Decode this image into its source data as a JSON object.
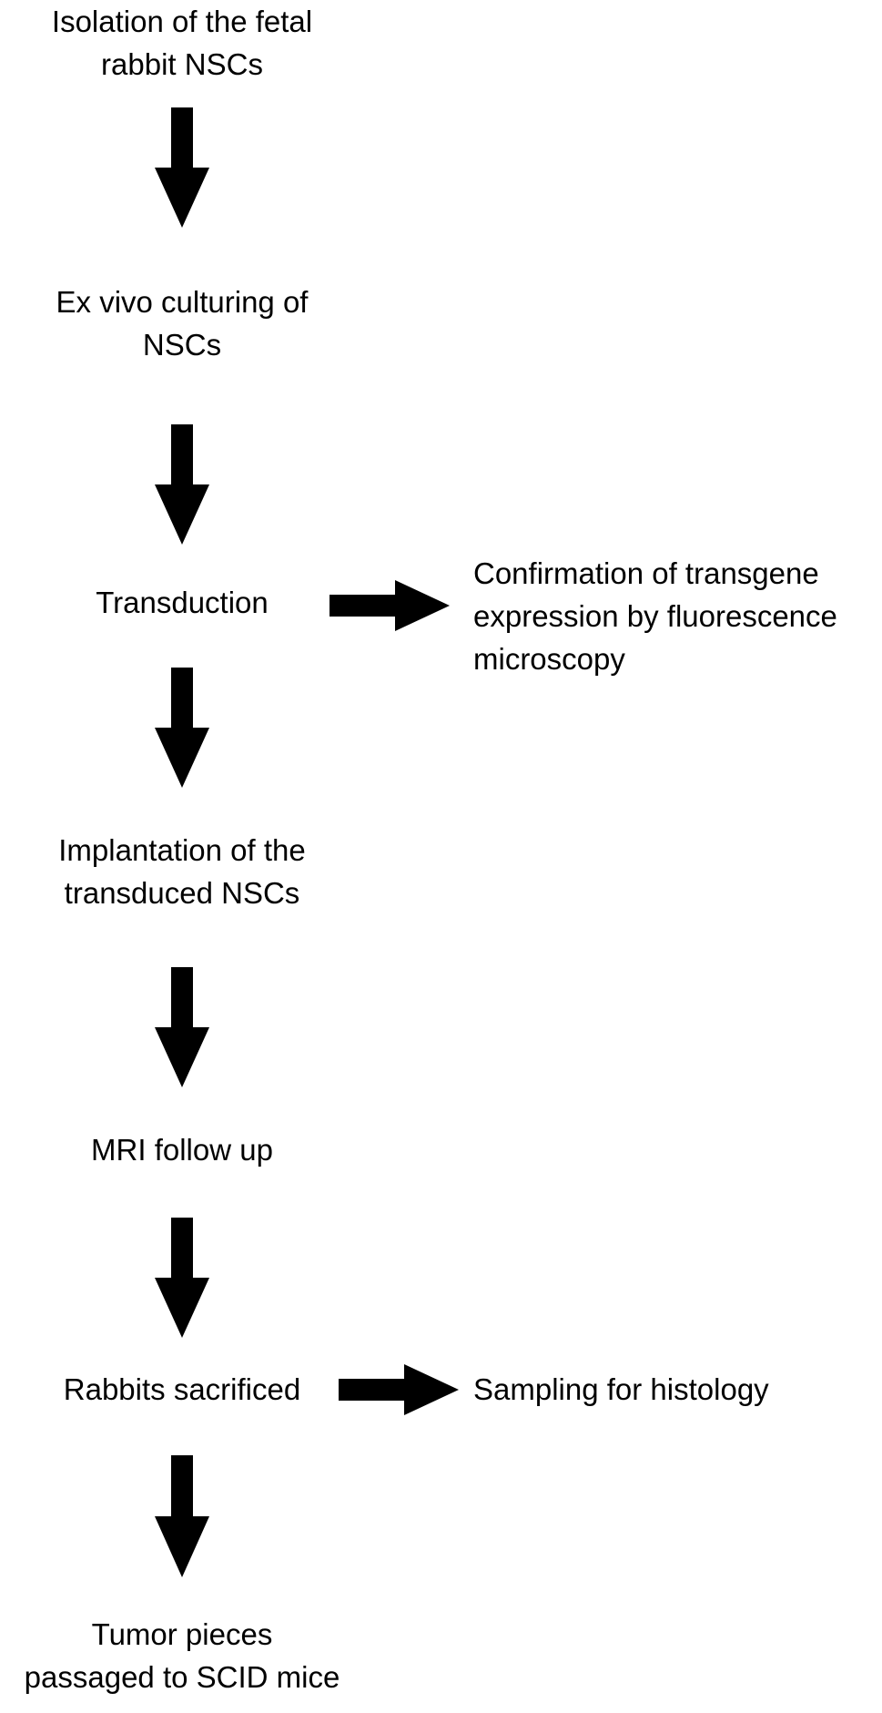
{
  "colors": {
    "text": "#000000",
    "arrow": "#000000",
    "background": "#ffffff"
  },
  "steps": {
    "isolation": [
      "Isolation of the fetal",
      "rabbit NSCs"
    ],
    "culturing": [
      "Ex vivo culturing of",
      "NSCs"
    ],
    "transduction": [
      "Transduction"
    ],
    "confirmation": [
      "Confirmation of transgene",
      "expression by fluorescence",
      "microscopy"
    ],
    "implantation": [
      "Implantation of the",
      "transduced NSCs"
    ],
    "mri": [
      "MRI follow up"
    ],
    "sacrificed": [
      "Rabbits sacrificed"
    ],
    "sampling": [
      "Sampling for histology"
    ],
    "tumor": [
      "Tumor pieces",
      "passaged to SCID mice"
    ]
  }
}
